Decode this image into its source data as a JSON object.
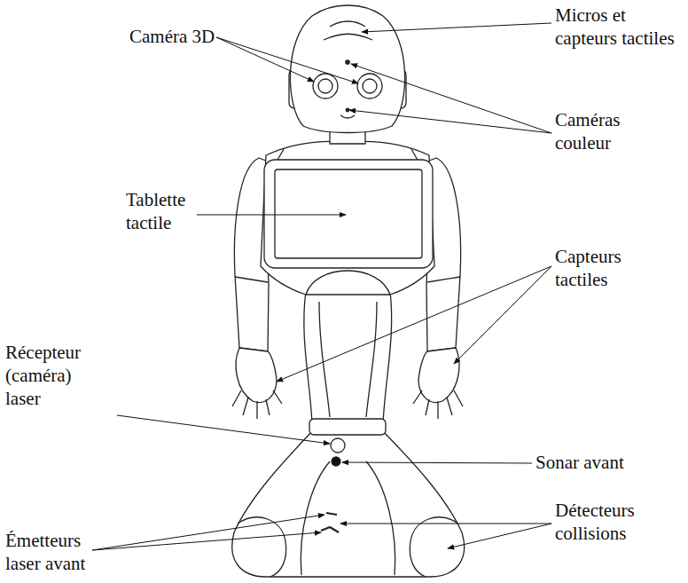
{
  "diagram": {
    "labels": [
      "Caméra 3D",
      "Micros et capteurs tactiles",
      "Caméras couleur",
      "Tablette tactile",
      "Capteurs tactiles",
      "Récepteur (caméra) laser",
      "Sonar avant",
      "Détecteurs collisions",
      "Émetteurs laser avant"
    ]
  }
}
